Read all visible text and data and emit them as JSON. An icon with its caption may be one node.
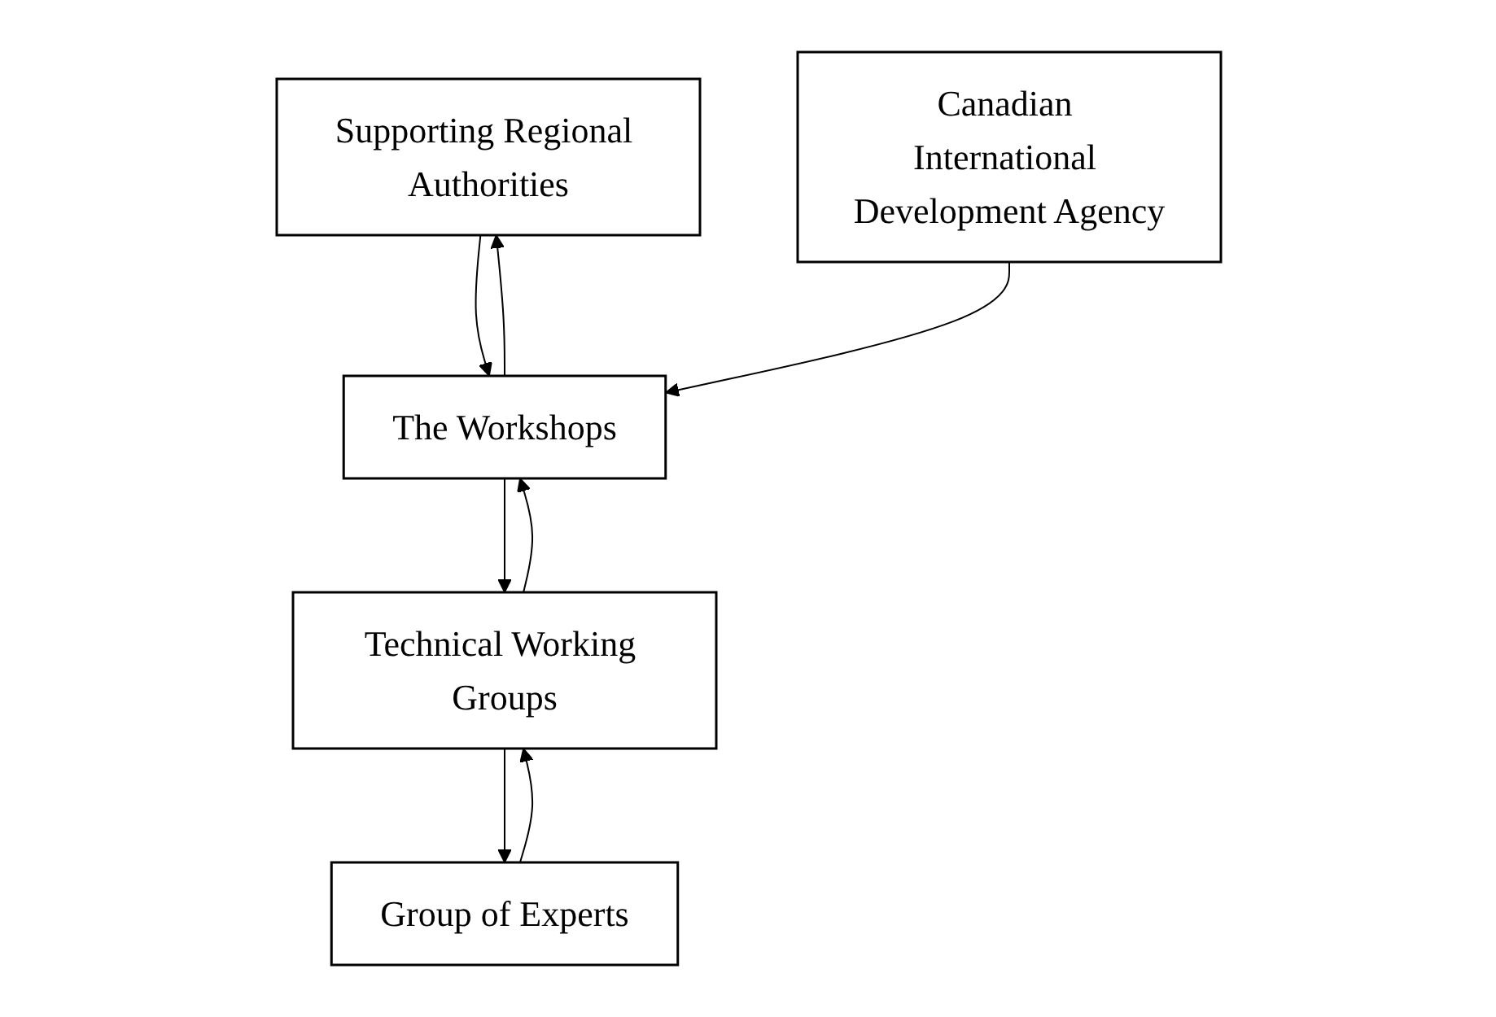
{
  "diagram": {
    "nodes": [
      {
        "text": [
          "Supporting Regional Authorities"
        ]
      },
      {
        "text": [
          "The Workshops"
        ]
      },
      {
        "text": [
          "Canadian International Development Agency"
        ]
      },
      {
        "text": [
          "Technical Working Groups"
        ]
      },
      {
        "text": [
          "Group of Experts"
        ]
      }
    ],
    "edges": [
      {
        "from": 0,
        "to": 1,
        "arrow": "to"
      },
      {
        "from": 1,
        "to": 0,
        "arrow": "to"
      },
      {
        "from": 2,
        "to": 1,
        "arrow": "to"
      },
      {
        "from": 1,
        "to": 3,
        "arrow": "to"
      },
      {
        "from": 3,
        "to": 1,
        "arrow": "to"
      },
      {
        "from": 3,
        "to": 4,
        "arrow": "to"
      },
      {
        "from": 4,
        "to": 3,
        "arrow": "to"
      }
    ]
  }
}
